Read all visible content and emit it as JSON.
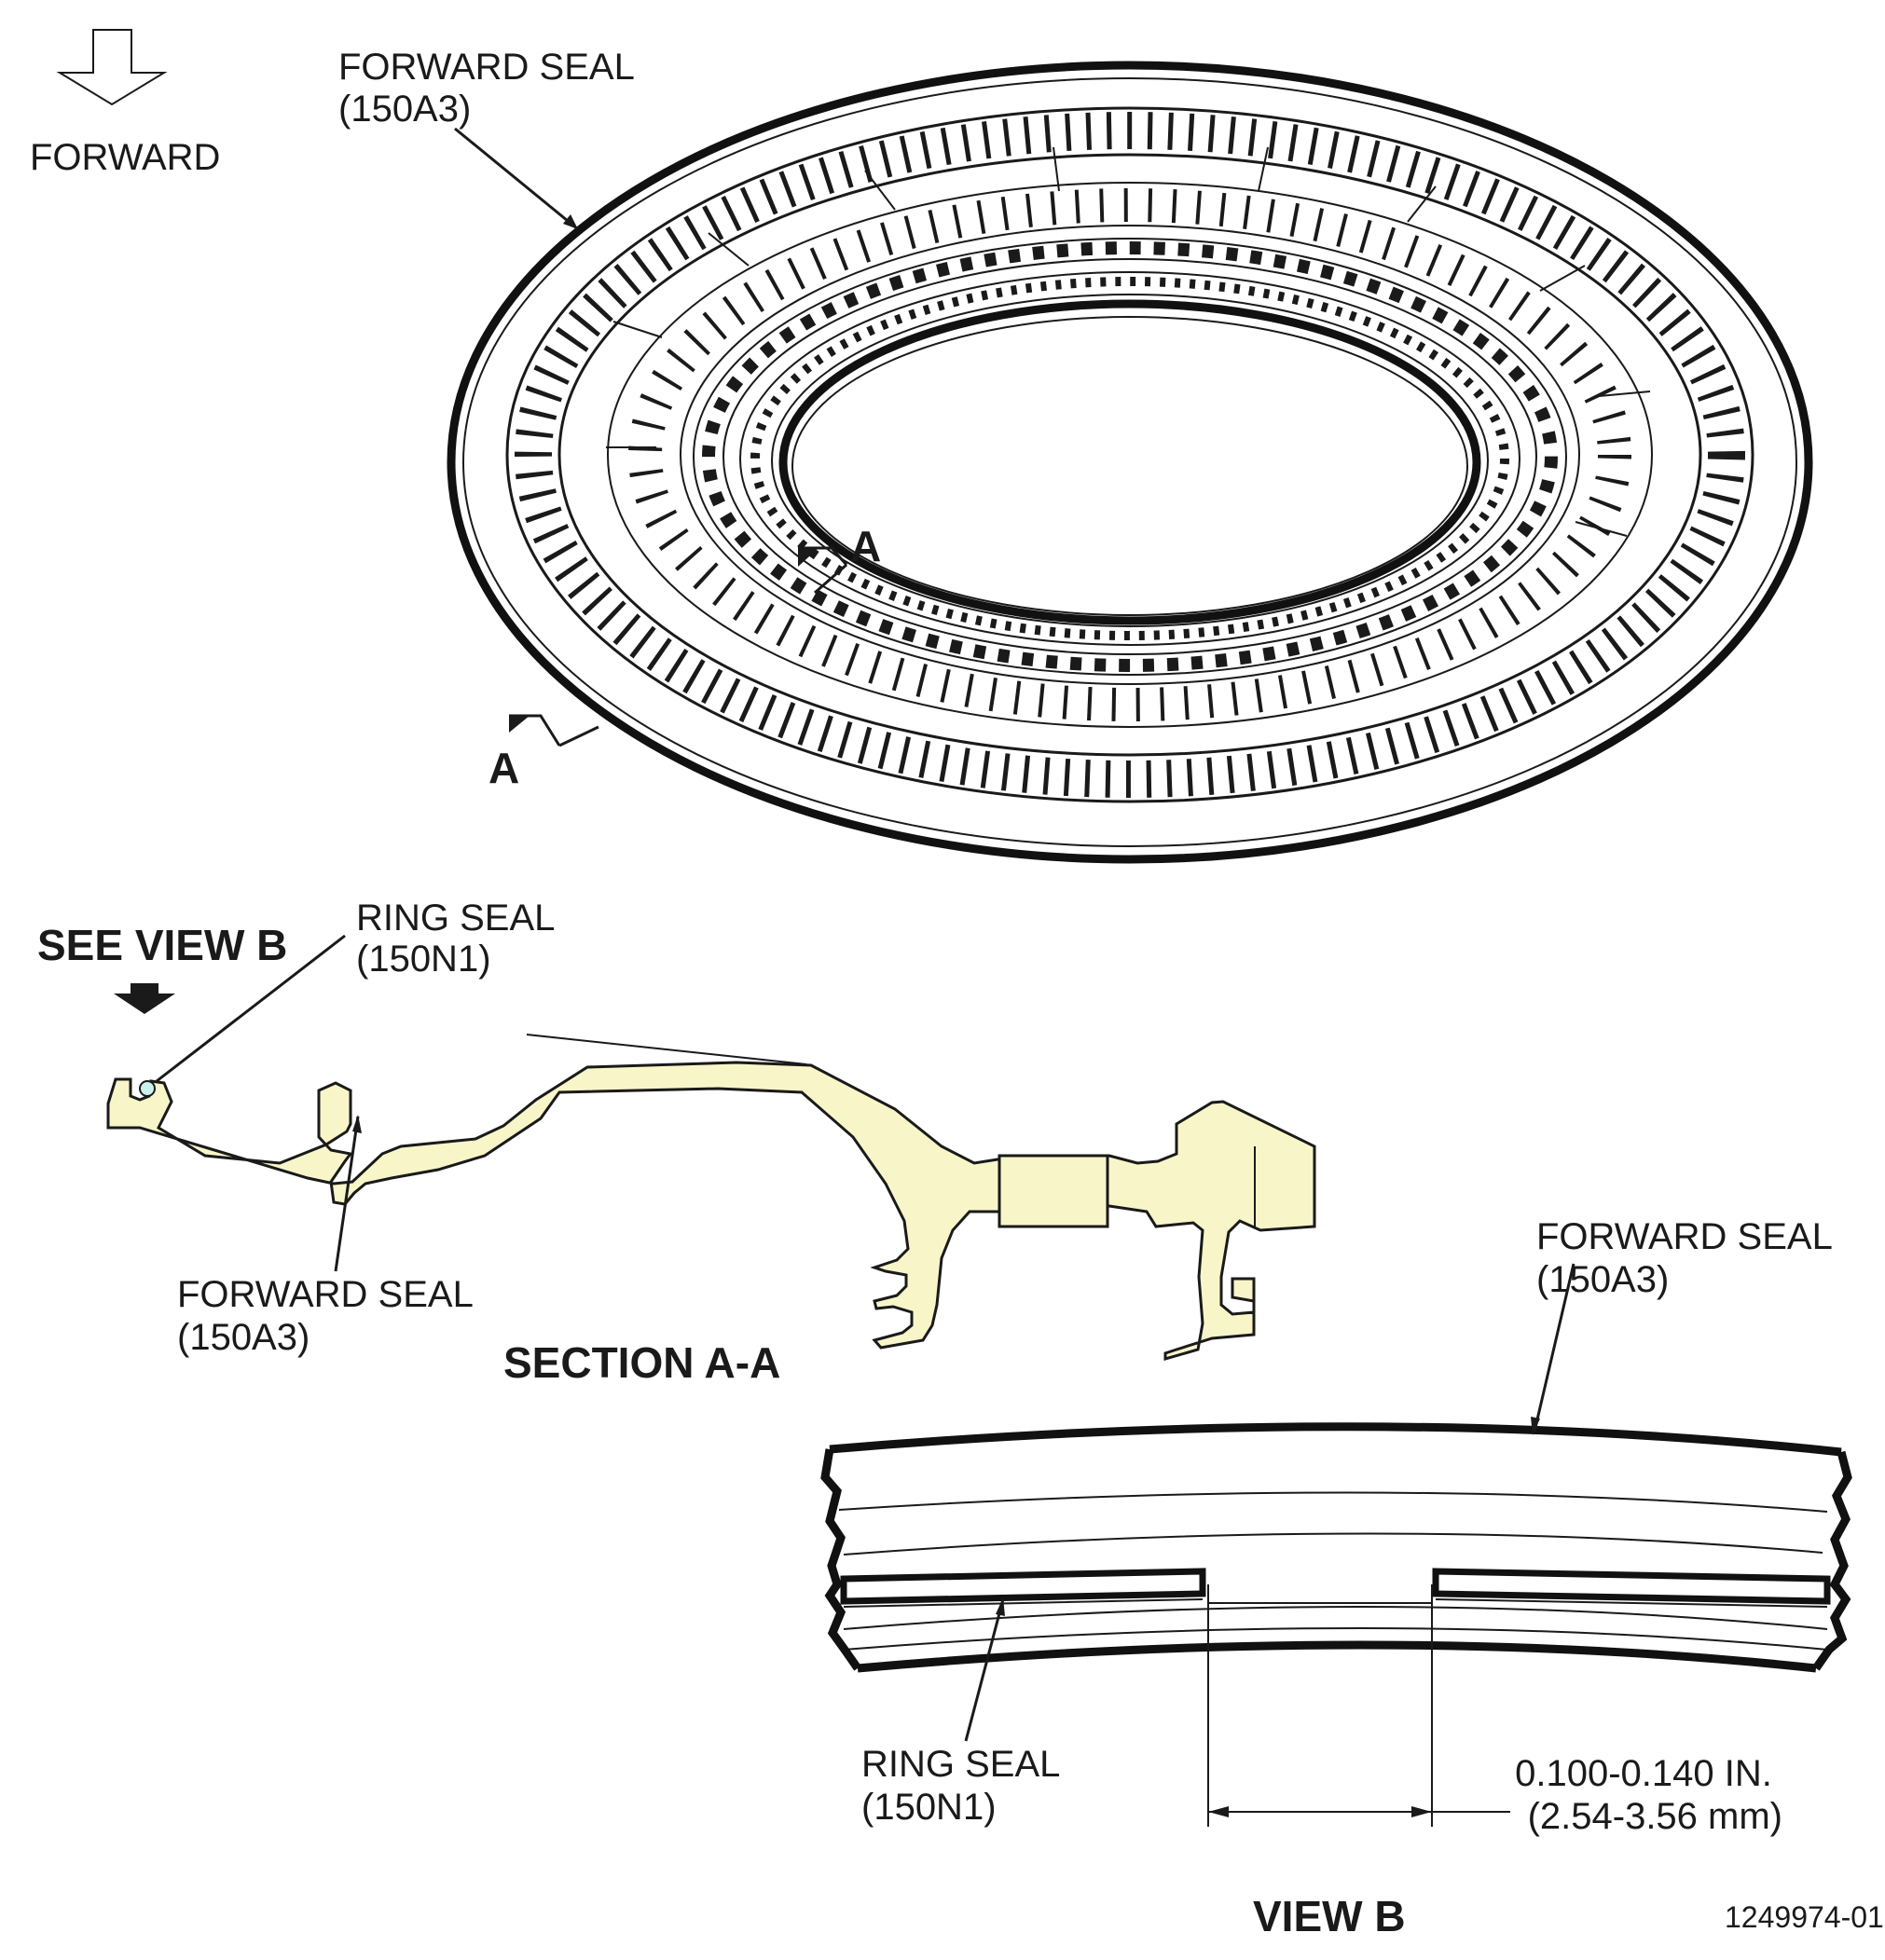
{
  "labels": {
    "forward": "FORWARD",
    "forward_seal_top": [
      "FORWARD SEAL",
      "(150A3)"
    ],
    "section_arrow_a": "A",
    "section_arrow_a2": "A",
    "see_view_b": "SEE VIEW B",
    "ring_seal_section": [
      "RING SEAL",
      "(150N1)"
    ],
    "forward_seal_section": [
      "FORWARD SEAL",
      "(150A3)"
    ],
    "section_title": "SECTION A-A",
    "forward_seal_viewb": [
      "FORWARD SEAL",
      "(150A3)"
    ],
    "ring_seal_viewb": [
      "RING SEAL",
      "(150N1)"
    ],
    "gap_dimension": [
      "0.100-0.140 IN.",
      "(2.54-3.56 mm)"
    ],
    "view_title": "VIEW B",
    "figure_number": "1249974-01"
  },
  "colors": {
    "line": "#1a1a1a",
    "part_fill": "#f8f6c9",
    "seal_fill": "#c9f2ee"
  }
}
